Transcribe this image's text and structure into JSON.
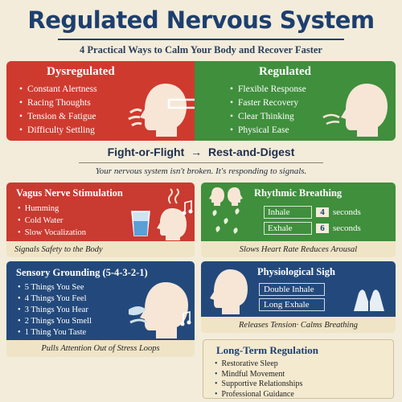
{
  "header": {
    "title": "Regulated Nervous System",
    "subtitle": "4 Practical Ways to Calm Your Body and Recover Faster"
  },
  "comparison": {
    "dysregulated": {
      "heading": "Dysregulated",
      "items": [
        "Constant Alertness",
        "Racing Thoughts",
        "Tension & Fatigue",
        "Difficulty Settling"
      ]
    },
    "regulated": {
      "heading": "Regulated",
      "items": [
        "Flexible Response",
        "Faster Recovery",
        "Clear Thinking",
        "Physical Ease"
      ]
    }
  },
  "transition": {
    "from": "Fight-or-Flight",
    "to": "Rest-and-Digest",
    "caption": "Your nervous system isn't broken. It's responding to signals."
  },
  "vagus": {
    "title": "Vagus Nerve Stimulation",
    "items": [
      "Humming",
      "Cold Water",
      "Slow Vocalization"
    ],
    "footer": "Signals Safety to the Body"
  },
  "breathing": {
    "title": "Rhythmic Breathing",
    "inhale_label": "Inhale",
    "inhale_count": "4",
    "exhale_label": "Exhale",
    "exhale_count": "6",
    "unit": "seconds",
    "footer": "Slows Heart Rate  Reduces Arousal"
  },
  "sensory": {
    "title": "Sensory Grounding (5-4-3-2-1)",
    "items": [
      "5 Things You See",
      "4 Things You Feel",
      "3 Things You Hear",
      "2 Things You Smell",
      "1 Thing You Taste"
    ],
    "footer": "Pulls Attention Out of Stress Loops"
  },
  "sigh": {
    "title": "Physiological Sigh",
    "step1": "Double Inhale",
    "step2": "Long Exhale",
    "footer": "Releases Tension· Calms Breathing"
  },
  "longterm": {
    "title": "Long-Term Regulation",
    "items": [
      "Restorative Sleep",
      "Mindful Movement",
      "Supportive Relationships",
      "Professional Guidance"
    ]
  },
  "colors": {
    "background": "#f3ecda",
    "navy": "#1d3f6e",
    "red": "#cf3a2f",
    "green": "#3f8f3c",
    "blue": "#23497c"
  },
  "icons": [
    "head-profile-icon",
    "breath-puff-icon",
    "arrow-right-icon",
    "face-pair-icon",
    "water-glass-icon",
    "music-note-icon",
    "hands-icon"
  ]
}
